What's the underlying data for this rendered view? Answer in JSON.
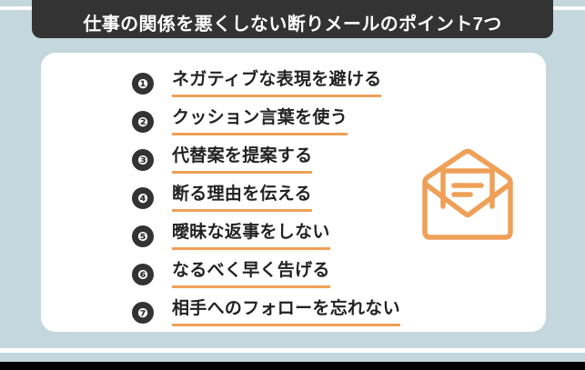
{
  "header": {
    "title": "仕事の関係を悪くしない断りメールのポイント7つ",
    "background_color": "#333333",
    "text_color": "#ffffff"
  },
  "theme": {
    "page_background": "#c3d7dc",
    "card_background": "#ffffff",
    "accent_color": "#efa058",
    "number_badge_color": "#333333",
    "body_text_color": "#222222",
    "rule_color": "#ffffff",
    "footer_bar_color": "#000000"
  },
  "card": {
    "items": [
      {
        "number": "❶",
        "label": "ネガティブな表現を避ける"
      },
      {
        "number": "❷",
        "label": "クッション言葉を使う"
      },
      {
        "number": "❸",
        "label": "代替案を提案する"
      },
      {
        "number": "❹",
        "label": "断る理由を伝える"
      },
      {
        "number": "❺",
        "label": "曖昧な返事をしない"
      },
      {
        "number": "❻",
        "label": "なるべく早く告げる"
      },
      {
        "number": "❼",
        "label": "相手へのフォローを忘れない"
      }
    ],
    "illustration": {
      "icon": "open-envelope-with-letter-icon",
      "color": "#efa058"
    }
  }
}
